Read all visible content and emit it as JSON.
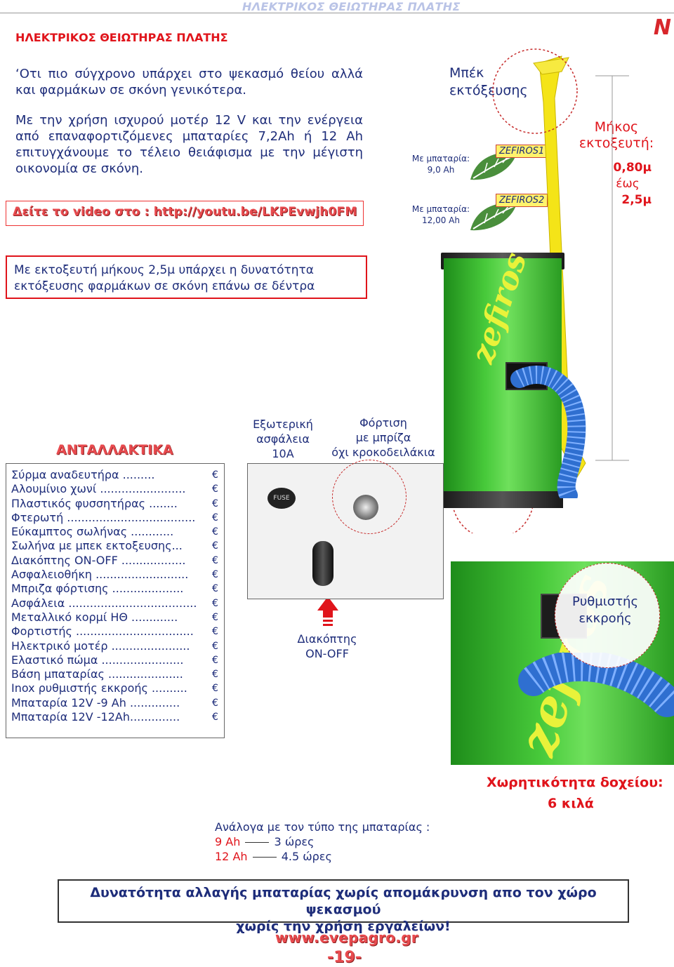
{
  "header": {
    "running_title": "ΗΛΕΚΤΡΙΚΟΣ ΘΕΙΩΤΗΡΑΣ ΠΛΑΤΗΣ",
    "section_title": "ΗΛΕΚΤΡΙΚΟΣ ΘΕΙΩΤΗΡΑΣ ΠΛΑΤΗΣ",
    "logo_letter": "N"
  },
  "intro": {
    "line1": "‘Οτι πιο σύγχρονο υπάρχει στο ψεκασμό θείου αλλά και φαρμάκων σε σκόνη γενικότερα.",
    "line2": "Με την χρήση ισχυρού μοτέρ 12 V και την ενέργεια από επαναφορτιζόμενες μπαταρίες 7,2Ah ή 12 Ah επιτυγχάνουμε το τέλειο θειάφισμα με την μέγιστη οικονομία σε σκόνη."
  },
  "video": {
    "text": "Δείτε το video στο : http://youtu.be/LKPEvwjh0FM"
  },
  "labels": {
    "nozzle_line1": "Μπέκ",
    "nozzle_line2": "εκτόξευσης",
    "batt1_line1": "Με μπαταρία:",
    "batt1_line2": "9,0 Ah",
    "batt2_line1": "Με μπαταρία:",
    "batt2_line2": "12,00 Ah",
    "model1": "ZEFIROS1",
    "model2": "ZEFIROS2",
    "length_line1": "Μήκος",
    "length_line2": "εκτοξευτή:",
    "length_min": "0,80μ",
    "length_mid": "έως",
    "length_max": "2,5μ",
    "fuse_line1": "Εξωτερική",
    "fuse_line2": "ασφάλεια",
    "fuse_line3": "10A",
    "charge_line1": "Φόρτιση",
    "charge_line2": "με μπρίζα",
    "charge_line3": "όχι κροκοδειλάκια",
    "switch_line1": "Διακόπτης",
    "switch_line2": "ON-OFF",
    "regulator_line1": "Ρυθμιστής",
    "regulator_line2": "εκκροής",
    "brand": "zefiros",
    "fuse_cap": "FUSE"
  },
  "note": {
    "line1": "Με εκτοξευτή μήκους 2,5μ υπάρχει η δυνατότητα",
    "line2": "εκτόξευσης φαρμάκων σε σκόνη επάνω σε δέντρα"
  },
  "parts": {
    "title": "ΑΝΤΑΛΛΑΚΤΙΚΑ",
    "currency": "€",
    "items": [
      "Σύρμα αναδευτήρα .........",
      "Αλουμίνιο χωνί ........................",
      "Πλαστικός φυσσητήρας ........",
      "Φτερωτή ....................................",
      "Εύκαμπτος σωλήνας ............",
      "Σωλήνα με μπεκ εκτοξευσης...",
      "Διακόπτης ON-OFF ..................",
      "Ασφαλειοθήκη ..........................",
      "Μπριζα φόρτισης ....................",
      "Ασφάλεια ....................................",
      "Μεταλλικό κορμί ΗΘ .............",
      "Φορτιστής .................................",
      "Ηλεκτρικό μοτέρ ......................",
      "Ελαστικό πώμα .......................",
      "Βάση μπαταρίας .....................",
      "Inox ρυθμιστής εκκροής ..........",
      "Μπαταρία 12V -9 Ah ..............",
      "Μπαταρία 12V -12Ah.............."
    ]
  },
  "capacity": {
    "title": "Χωρητικότητα δοχείου:",
    "value": "6 κιλά"
  },
  "charging_time": {
    "title": "Ανάλογα με τον τύπο της μπαταρίας :",
    "row1_battery": "9 Ah",
    "row1_hours": "3 ώρες",
    "row2_battery": "12 Ah",
    "row2_hours": "4.5 ώρες"
  },
  "bottom_banner": {
    "line1": "Δυνατότητα αλλαγής μπαταρίας χωρίς απομάκρυνση απο τον χώρο ψεκασμού",
    "line2": "χωρίς την χρήση εργαλείων!"
  },
  "footer": {
    "url": "www.evepagro.gr",
    "page_number": "-19-"
  },
  "colors": {
    "red": "#e0141b",
    "navy": "#1e2d7a",
    "green": "#47c93a",
    "yellow": "#f4e418",
    "blue_hose": "#2f6fd0"
  }
}
